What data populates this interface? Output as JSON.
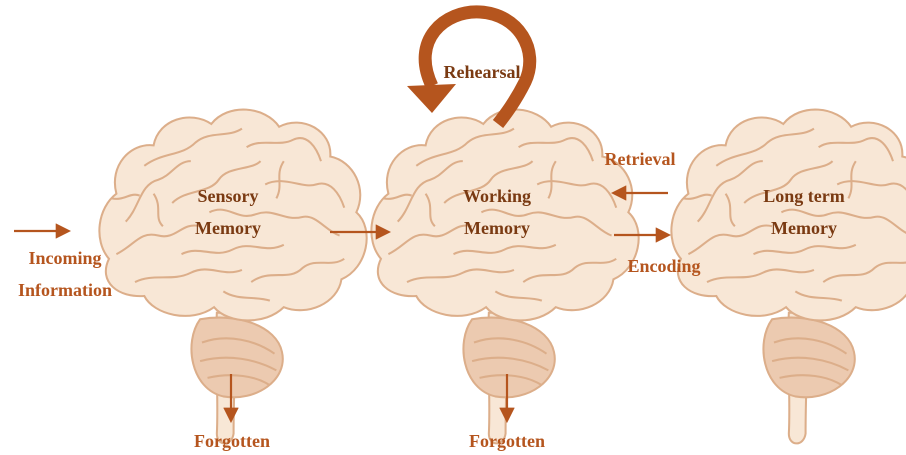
{
  "colors": {
    "accent": "#b5551e",
    "brain_fill": "#f8e7d6",
    "brain_stroke": "#dcae8a",
    "brain_inner": "#eccab0",
    "ink": "#7a3a12"
  },
  "icons": [
    "brain-icon",
    "cycle-arrow-icon",
    "arrow-right-icon",
    "arrow-left-icon",
    "arrow-down-icon"
  ],
  "input": {
    "line1": "Incoming",
    "line2": "Information"
  },
  "sensory": {
    "line1": "Sensory",
    "line2": "Memory"
  },
  "working": {
    "line1": "Working",
    "line2": "Memory"
  },
  "longterm": {
    "line1": "Long term",
    "line2": "Memory"
  },
  "rehearsal": {
    "label": "Rehearsal"
  },
  "retrieval": {
    "label": "Retrieval"
  },
  "encoding": {
    "label": "Encoding"
  },
  "forgotten_sensory": {
    "label": "Forgotten"
  },
  "forgotten_working": {
    "label": "Forgotten"
  }
}
